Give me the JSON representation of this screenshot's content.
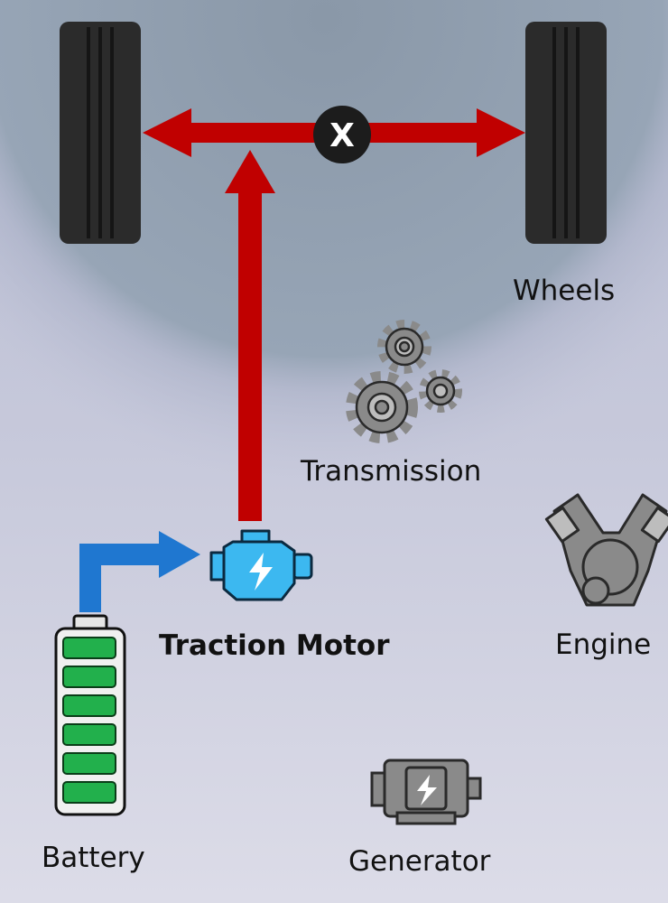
{
  "labels": {
    "wheels": "Wheels",
    "transmission": "Transmission",
    "engine": "Engine",
    "traction_motor": "Traction Motor",
    "battery": "Battery",
    "generator": "Generator",
    "clutch_mark": "X"
  },
  "colors": {
    "power_flow_mechanical": "#c00000",
    "power_flow_electric": "#1f77d0",
    "motor_fill": "#3cb8f0",
    "battery_cell": "#22b04c",
    "inactive_component": "#8a8a8a",
    "tire": "#2b2b2b"
  },
  "battery": {
    "cells_filled": 6,
    "cells_total": 6
  },
  "icons": {
    "tire": "tire-icon",
    "gears": "gears-icon",
    "engine": "engine-icon",
    "motor": "electric-motor-icon",
    "battery": "battery-icon",
    "generator": "generator-icon",
    "disengaged": "x-disengaged-icon"
  }
}
